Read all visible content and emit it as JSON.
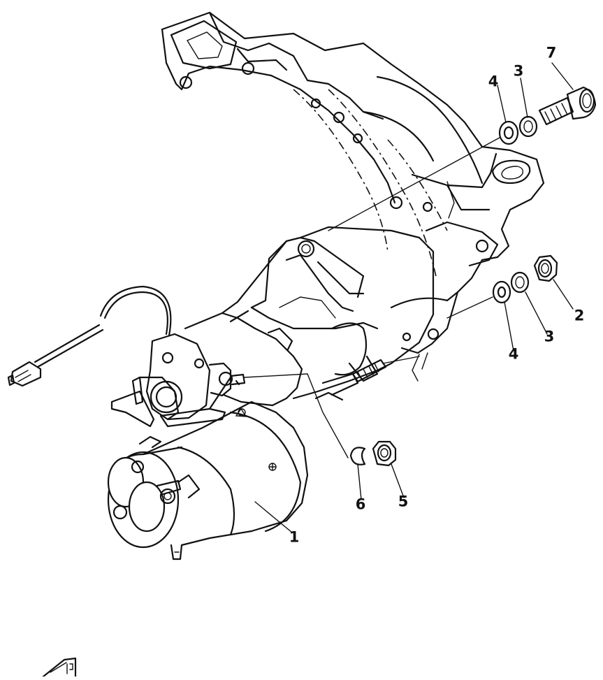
{
  "callouts": {
    "p1": "1",
    "p2": "2",
    "p3a": "3",
    "p3b": "3",
    "p4a": "4",
    "p4b": "4",
    "p5": "5",
    "p6": "6",
    "p7": "7"
  },
  "icons": {
    "logo": "manufacturer-logo-icon"
  }
}
